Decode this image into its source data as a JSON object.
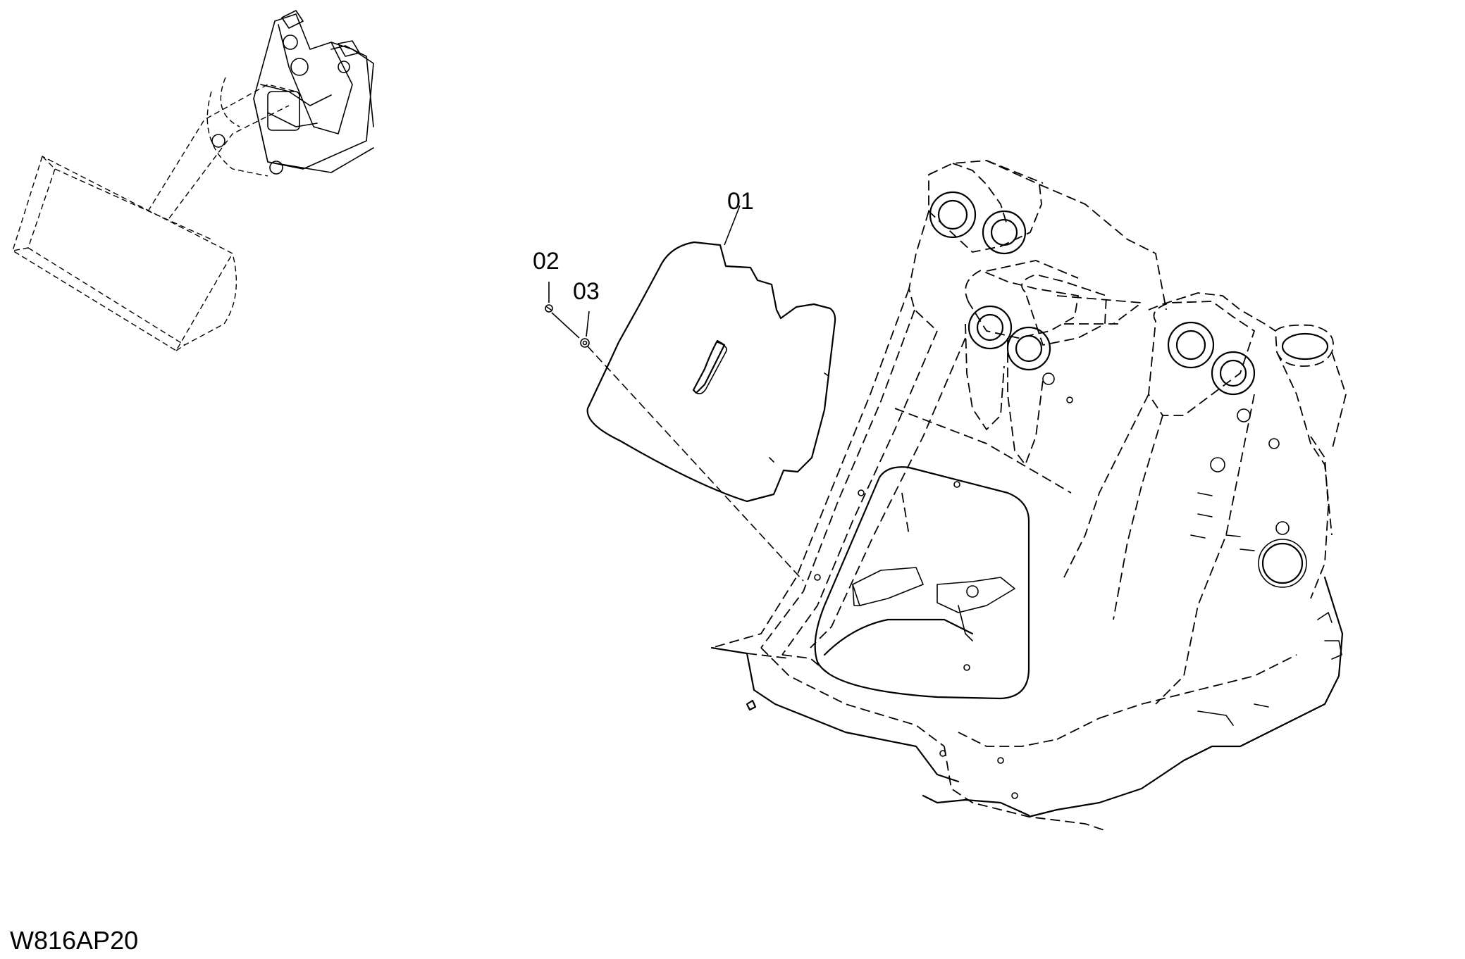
{
  "figure_code": "W816AP20",
  "callouts": [
    {
      "id": "01",
      "label": "01"
    },
    {
      "id": "02",
      "label": "02"
    },
    {
      "id": "03",
      "label": "03"
    }
  ],
  "colors": {
    "line": "#000000",
    "background": "#ffffff"
  }
}
